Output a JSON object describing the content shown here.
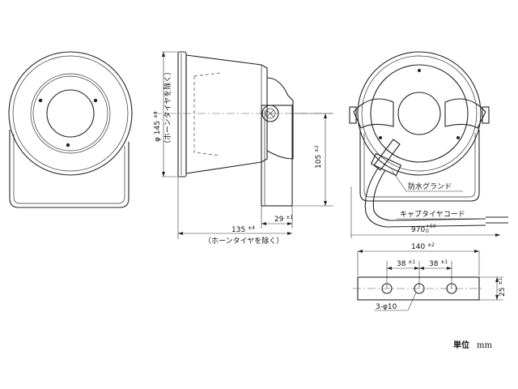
{
  "dimensions": {
    "diameter_symbol": "φ",
    "diameter": "145",
    "diameter_tol": "±4",
    "diameter_note": "（ホーンタイヤを除く）",
    "depth": "135",
    "depth_tol": "±4",
    "depth_note": "（ホーンタイヤを除く）",
    "height": "105",
    "height_tol": "±2",
    "bracket_offset": "29",
    "bracket_offset_tol": "±1",
    "cord_length": "970",
    "cord_tol_upper": "+50",
    "cord_tol_lower": "0",
    "bracket_width": "140",
    "bracket_width_tol": "±2",
    "hole_pitch_1": "38",
    "hole_pitch_1_tol": "±1",
    "hole_pitch_2": "38",
    "hole_pitch_2_tol": "±1",
    "bracket_height": "25",
    "bracket_height_tol": "±1",
    "holes": "3-φ10"
  },
  "labels": {
    "gland": "防水グランド",
    "cord": "キャブタイヤコード"
  },
  "unit": {
    "label": "単位",
    "value": "mm"
  },
  "colors": {
    "line": "#222222",
    "background": "#ffffff"
  }
}
